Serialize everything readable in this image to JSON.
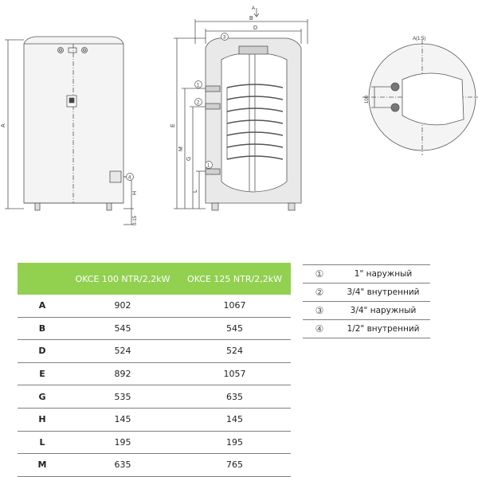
{
  "drawings": {
    "front": {
      "dim_labels": [
        "A",
        "H",
        "0-15"
      ],
      "callout": "4"
    },
    "section": {
      "view_marker": "A",
      "dim_labels": [
        "B",
        "D",
        "E",
        "M",
        "G",
        "L"
      ],
      "callouts": [
        "3",
        "1",
        "2",
        "1"
      ]
    },
    "top": {
      "title": "A(1:5)",
      "dim": "100"
    }
  },
  "table": {
    "headers": [
      "",
      "OKCE 100 NTR/2,2kW",
      "OKCE 125 NTR/2,2kW"
    ],
    "rows": [
      {
        "key": "A",
        "v1": "902",
        "v2": "1067"
      },
      {
        "key": "B",
        "v1": "545",
        "v2": "545"
      },
      {
        "key": "D",
        "v1": "524",
        "v2": "524"
      },
      {
        "key": "E",
        "v1": "892",
        "v2": "1057"
      },
      {
        "key": "G",
        "v1": "535",
        "v2": "635"
      },
      {
        "key": "H",
        "v1": "145",
        "v2": "145"
      },
      {
        "key": "L",
        "v1": "195",
        "v2": "195"
      },
      {
        "key": "M",
        "v1": "635",
        "v2": "765"
      }
    ]
  },
  "connections": [
    {
      "symbol": "①",
      "text": "1\" наружный"
    },
    {
      "symbol": "②",
      "text": "3/4\" внутренний"
    },
    {
      "symbol": "③",
      "text": "3/4\" наружный"
    },
    {
      "symbol": "④",
      "text": "1/2\" внутренний"
    }
  ]
}
